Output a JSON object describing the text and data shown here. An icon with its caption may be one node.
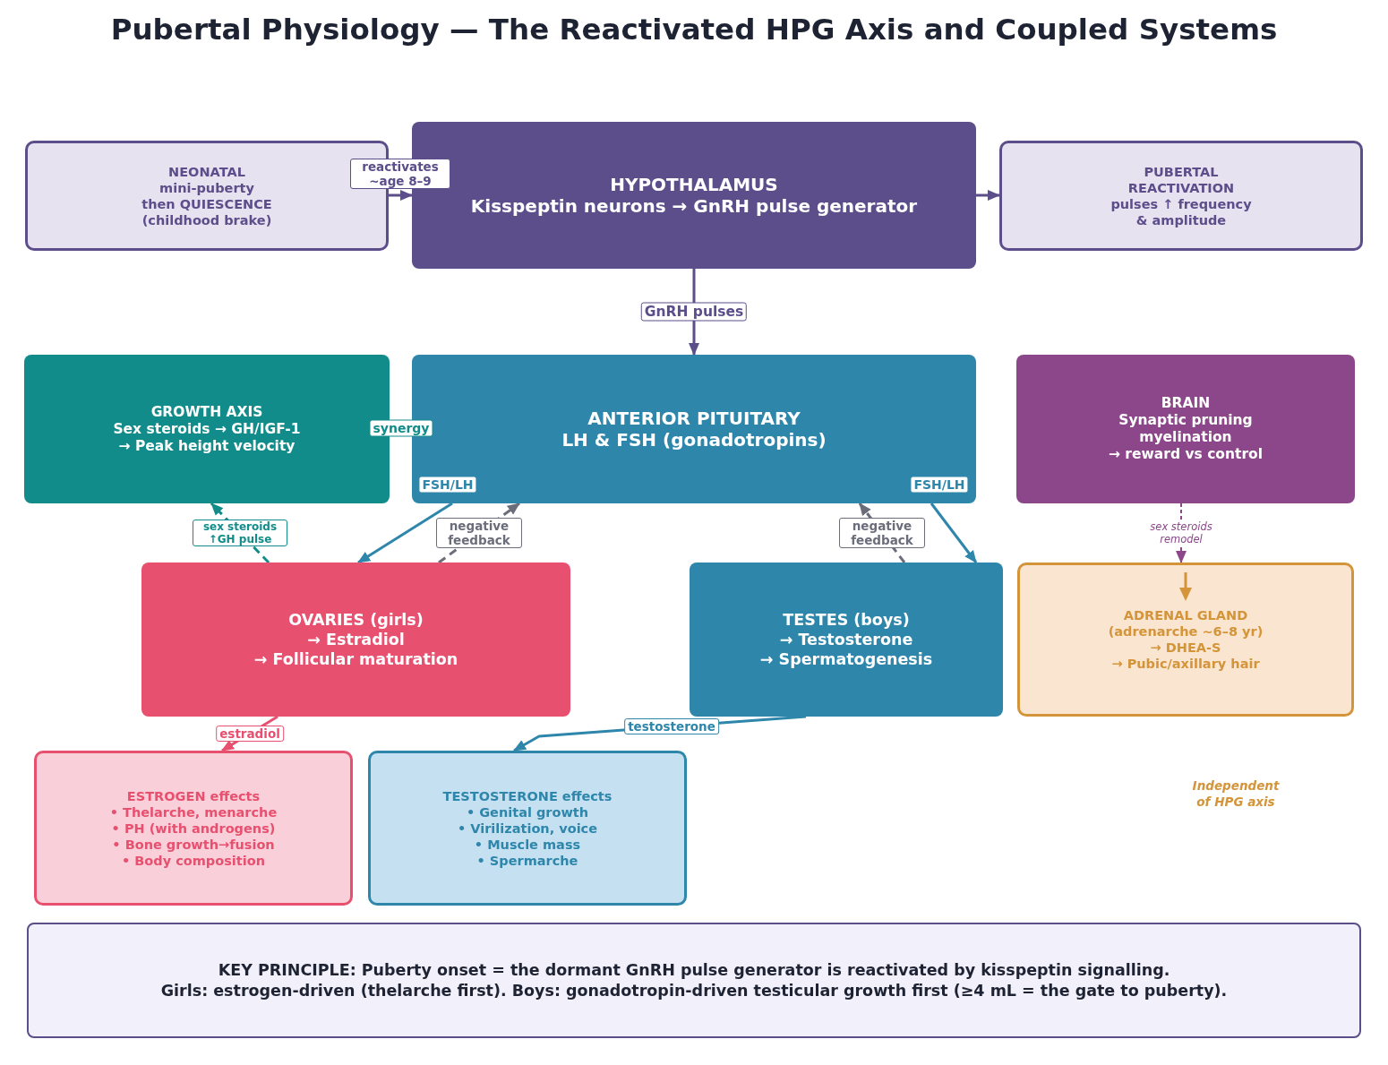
{
  "diagram": {
    "title": "Pubertal Physiology — The Reactivated HPG Axis and Coupled Systems",
    "nodes": [
      {
        "text": [
          "NEONATAL",
          "mini-puberty",
          "then QUIESCENCE (childhood brake)"
        ]
      },
      {
        "text": [
          "HYPOTHALAMUS",
          "Kisspeptin neurons → GnRH pulse generator"
        ]
      },
      {
        "text": [
          "PUBERTAL REACTIVATION",
          "pulses ↑ frequency & amplitude"
        ]
      },
      {
        "text": [
          "GROWTH AXIS",
          "Sex steroids → GH/IGF-1",
          "→ Peak height velocity"
        ]
      },
      {
        "text": [
          "ANTERIOR PITUITARY",
          "LH & FSH (gonadotropins)"
        ]
      },
      {
        "text": [
          "BRAIN",
          "Synaptic pruning",
          "myelination",
          "→ reward vs control"
        ]
      },
      {
        "text": [
          "OVARIES (girls)",
          "→ Estradiol",
          "→ Follicular maturation"
        ]
      },
      {
        "text": [
          "TESTES (boys)",
          "→ Testosterone",
          "→ Spermatogenesis"
        ]
      },
      {
        "text": [
          "ADRENAL GLAND",
          "(adrenarche ~6–8 yr)",
          "→ DHEA-S",
          "→ Pubic/axillary hair"
        ]
      },
      {
        "text": [
          "ESTROGEN effects",
          "• Thelarche, menarche",
          "• PH (with androgens)",
          "• Bone growth→fusion",
          "• Body composition"
        ]
      },
      {
        "text": [
          "TESTOSTERONE effects",
          "• Genital growth",
          "• Virilization, voice",
          "• Muscle mass",
          "• Spermarche"
        ]
      },
      {
        "text": [
          "KEY PRINCIPLE: Puberty onset = the dormant GnRH pulse generator is reactivated by kisspeptin signalling.",
          "Girls: estrogen-driven (thelarche first). Boys: gonadotropin-driven testicular growth first (≥4 mL = the gate to puberty)."
        ]
      }
    ],
    "edges": [
      {
        "from": 0,
        "to": 1,
        "arrow": "to",
        "label": "reactivates ~age 8–9"
      },
      {
        "from": 1,
        "to": 2,
        "arrow": "to"
      },
      {
        "from": 1,
        "to": 4,
        "arrow": "to",
        "label": "GnRH pulses"
      },
      {
        "from": 4,
        "to": 6,
        "arrow": "to",
        "label": "FSH/LH",
        "color": "#2e86ab"
      },
      {
        "from": 4,
        "to": 7,
        "arrow": "to",
        "label": "FSH/LH",
        "color": "#2e86ab"
      },
      {
        "from": 6,
        "to": 3,
        "arrow": "to",
        "label": "sex steroids ↑GH pulse",
        "style": "dashed",
        "color": "#128c8a"
      },
      {
        "from": 6,
        "to": 4,
        "arrow": "to",
        "label": "negative feedback",
        "style": "dashed",
        "color": "#6b6e7a"
      },
      {
        "from": 7,
        "to": 4,
        "arrow": "to",
        "label": "negative feedback",
        "style": "dashed",
        "color": "#6b6e7a"
      },
      {
        "from": 5,
        "to": 8,
        "arrow": "to",
        "label": "sex steroids remodel",
        "style": "dashed",
        "color": "#8b4789"
      },
      {
        "from": 6,
        "to": 9,
        "arrow": "to",
        "label": "estradiol",
        "color": "#e8506f"
      },
      {
        "from": 7,
        "to": 10,
        "arrow": "to",
        "label": "testosterone",
        "color": "#2e86ab"
      }
    ],
    "labels": [
      "synergy",
      "Independent of HPG axis"
    ]
  }
}
